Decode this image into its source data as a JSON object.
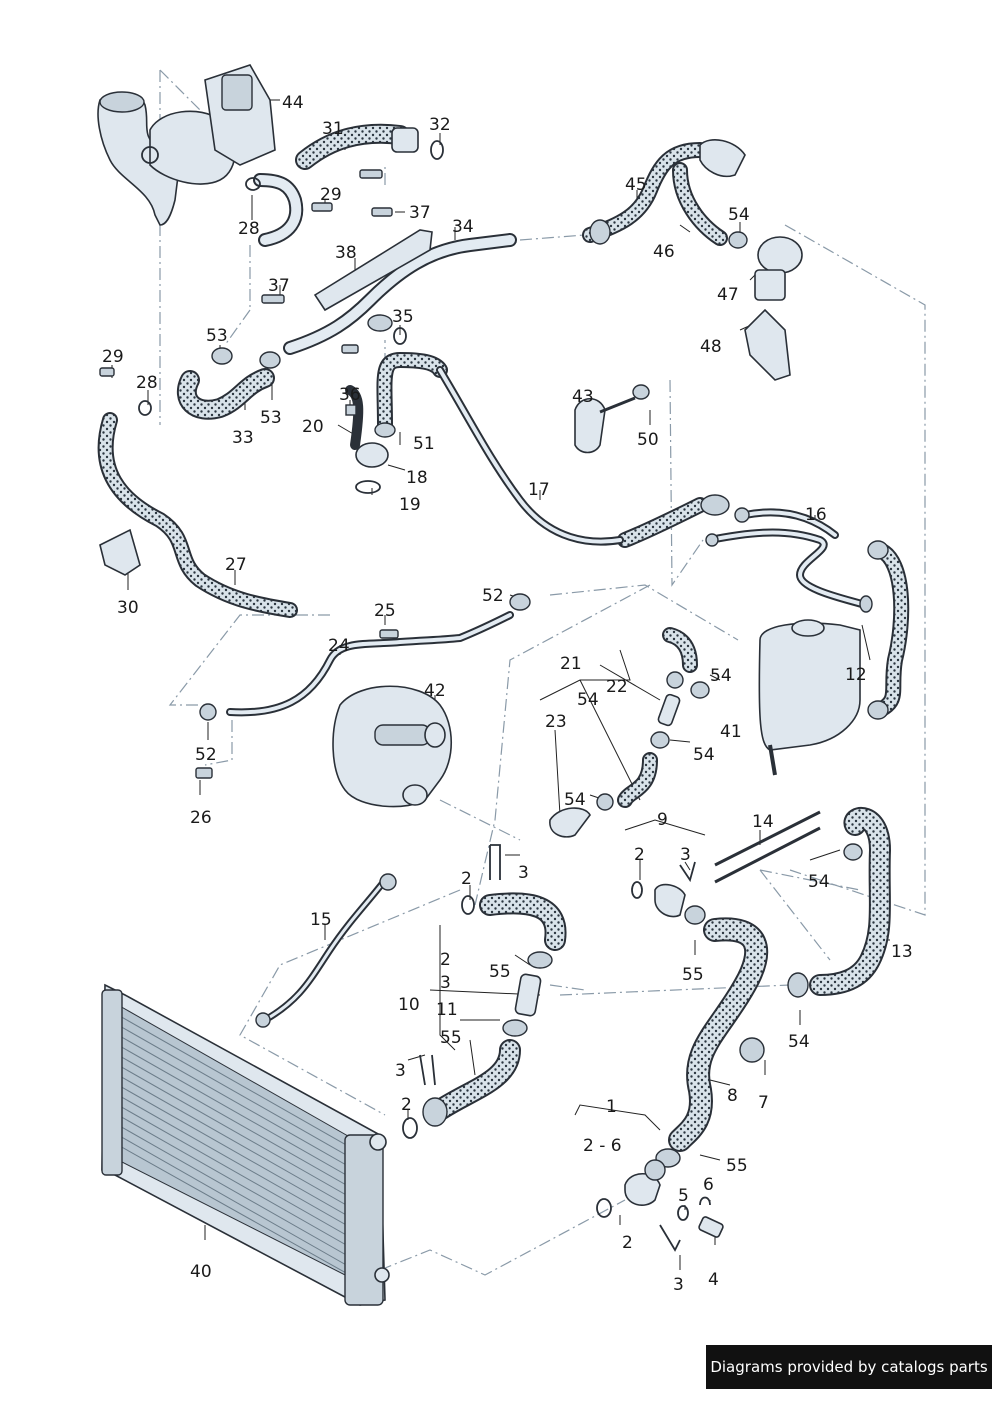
{
  "credit": "Diagrams provided by catalogs parts",
  "labels": [
    {
      "id": "44",
      "text": "44"
    },
    {
      "id": "31",
      "text": "31"
    },
    {
      "id": "32",
      "text": "32"
    },
    {
      "id": "29a",
      "text": "29"
    },
    {
      "id": "28a",
      "text": "28"
    },
    {
      "id": "37a",
      "text": "37"
    },
    {
      "id": "34",
      "text": "34"
    },
    {
      "id": "38",
      "text": "38"
    },
    {
      "id": "37b",
      "text": "37"
    },
    {
      "id": "35",
      "text": "35"
    },
    {
      "id": "53a",
      "text": "53"
    },
    {
      "id": "53b",
      "text": "53"
    },
    {
      "id": "33",
      "text": "33"
    },
    {
      "id": "29b",
      "text": "29"
    },
    {
      "id": "28b",
      "text": "28"
    },
    {
      "id": "36",
      "text": "36"
    },
    {
      "id": "20",
      "text": "20"
    },
    {
      "id": "51",
      "text": "51"
    },
    {
      "id": "18",
      "text": "18"
    },
    {
      "id": "19",
      "text": "19"
    },
    {
      "id": "45",
      "text": "45"
    },
    {
      "id": "54a",
      "text": "54"
    },
    {
      "id": "46",
      "text": "46"
    },
    {
      "id": "47",
      "text": "47"
    },
    {
      "id": "48",
      "text": "48"
    },
    {
      "id": "43",
      "text": "43"
    },
    {
      "id": "50",
      "text": "50"
    },
    {
      "id": "17",
      "text": "17"
    },
    {
      "id": "16",
      "text": "16"
    },
    {
      "id": "27",
      "text": "27"
    },
    {
      "id": "30",
      "text": "30"
    },
    {
      "id": "25",
      "text": "25"
    },
    {
      "id": "52a",
      "text": "52"
    },
    {
      "id": "24",
      "text": "24"
    },
    {
      "id": "42",
      "text": "42"
    },
    {
      "id": "52b",
      "text": "52"
    },
    {
      "id": "26",
      "text": "26"
    },
    {
      "id": "21",
      "text": "21"
    },
    {
      "id": "22",
      "text": "22"
    },
    {
      "id": "54b",
      "text": "54"
    },
    {
      "id": "54c",
      "text": "54"
    },
    {
      "id": "23",
      "text": "23"
    },
    {
      "id": "54d",
      "text": "54"
    },
    {
      "id": "54e",
      "text": "54"
    },
    {
      "id": "12",
      "text": "12"
    },
    {
      "id": "41",
      "text": "41"
    },
    {
      "id": "9",
      "text": "9"
    },
    {
      "id": "14",
      "text": "14"
    },
    {
      "id": "2a",
      "text": "2"
    },
    {
      "id": "3a",
      "text": "3"
    },
    {
      "id": "3b",
      "text": "3"
    },
    {
      "id": "54f",
      "text": "54"
    },
    {
      "id": "15",
      "text": "15"
    },
    {
      "id": "2b",
      "text": "2"
    },
    {
      "id": "2c",
      "text": "2"
    },
    {
      "id": "3c",
      "text": "3"
    },
    {
      "id": "55a",
      "text": "55"
    },
    {
      "id": "55b",
      "text": "55"
    },
    {
      "id": "13",
      "text": "13"
    },
    {
      "id": "10",
      "text": "10"
    },
    {
      "id": "11",
      "text": "11"
    },
    {
      "id": "55c",
      "text": "55"
    },
    {
      "id": "54g",
      "text": "54"
    },
    {
      "id": "3d",
      "text": "3"
    },
    {
      "id": "2d",
      "text": "2"
    },
    {
      "id": "7",
      "text": "7"
    },
    {
      "id": "8",
      "text": "8"
    },
    {
      "id": "1",
      "text": "1"
    },
    {
      "id": "2-6",
      "text": "2 - 6"
    },
    {
      "id": "55d",
      "text": "55"
    },
    {
      "id": "5",
      "text": "5"
    },
    {
      "id": "6",
      "text": "6"
    },
    {
      "id": "40",
      "text": "40"
    },
    {
      "id": "2e",
      "text": "2"
    },
    {
      "id": "4",
      "text": "4"
    },
    {
      "id": "3e",
      "text": "3"
    }
  ],
  "colors": {
    "hose_fill": "#d9e3ea",
    "hose_dots": "#2b3640",
    "part_fill": "#dfe7ee",
    "outline": "#2a3038",
    "dash_line": "#8a9aa8",
    "credit_bg": "#111111"
  }
}
